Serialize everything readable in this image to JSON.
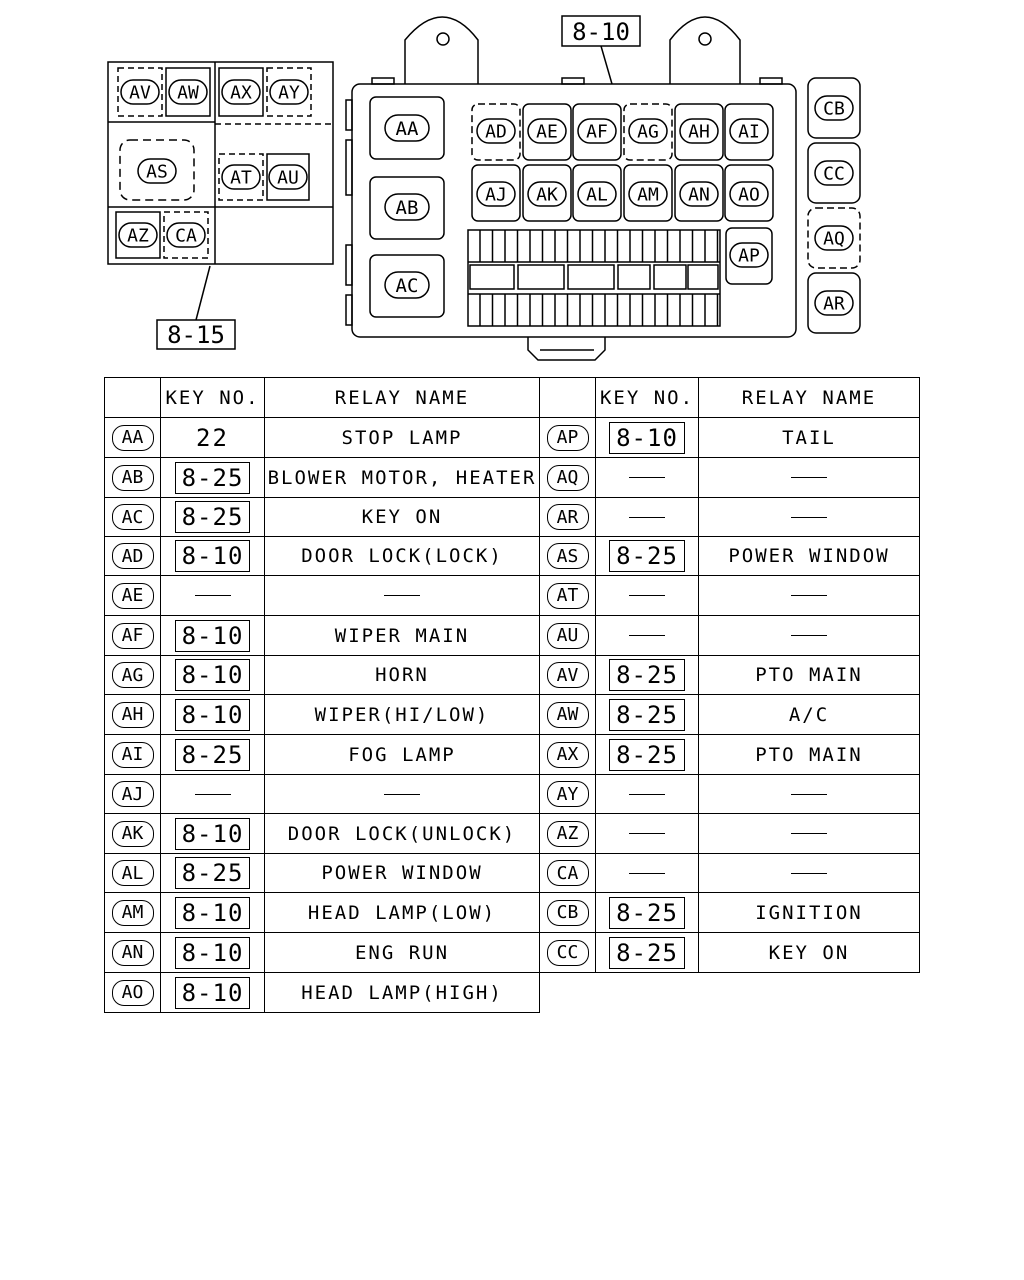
{
  "diagram": {
    "callout_main": "8-10",
    "callout_sub": "8-15",
    "sub_box": {
      "top_row": [
        "AV",
        "AW",
        "AX",
        "AY"
      ],
      "middle_left": "AS",
      "middle_right": [
        "AT",
        "AU"
      ],
      "bottom_row": [
        "AZ",
        "CA"
      ]
    },
    "main_box": {
      "large_relays": [
        "AA",
        "AB",
        "AC"
      ],
      "row1": [
        "AD",
        "AE",
        "AF",
        "AG",
        "AH",
        "AI"
      ],
      "row2": [
        "AJ",
        "AK",
        "AL",
        "AM",
        "AN",
        "AO"
      ],
      "single": "AP"
    },
    "right_column": [
      "CB",
      "CC",
      "AQ",
      "AR"
    ]
  },
  "table": {
    "headers": {
      "key_no": "KEY NO.",
      "relay_name": "RELAY NAME"
    },
    "left": [
      {
        "code": "AA",
        "key": "22",
        "name": "STOP LAMP"
      },
      {
        "code": "AB",
        "key": "8-25",
        "name": "BLOWER MOTOR, HEATER"
      },
      {
        "code": "AC",
        "key": "8-25",
        "name": "KEY ON"
      },
      {
        "code": "AD",
        "key": "8-10",
        "name": "DOOR LOCK(LOCK)"
      },
      {
        "code": "AE",
        "key": "",
        "name": ""
      },
      {
        "code": "AF",
        "key": "8-10",
        "name": "WIPER MAIN"
      },
      {
        "code": "AG",
        "key": "8-10",
        "name": "HORN"
      },
      {
        "code": "AH",
        "key": "8-10",
        "name": "WIPER(HI/LOW)"
      },
      {
        "code": "AI",
        "key": "8-25",
        "name": "FOG LAMP"
      },
      {
        "code": "AJ",
        "key": "",
        "name": ""
      },
      {
        "code": "AK",
        "key": "8-10",
        "name": "DOOR LOCK(UNLOCK)"
      },
      {
        "code": "AL",
        "key": "8-25",
        "name": "POWER WINDOW"
      },
      {
        "code": "AM",
        "key": "8-10",
        "name": "HEAD LAMP(LOW)"
      },
      {
        "code": "AN",
        "key": "8-10",
        "name": "ENG RUN"
      },
      {
        "code": "AO",
        "key": "8-10",
        "name": "HEAD LAMP(HIGH)"
      }
    ],
    "right": [
      {
        "code": "AP",
        "key": "8-10",
        "name": "TAIL"
      },
      {
        "code": "AQ",
        "key": "",
        "name": ""
      },
      {
        "code": "AR",
        "key": "",
        "name": ""
      },
      {
        "code": "AS",
        "key": "8-25",
        "name": "POWER WINDOW"
      },
      {
        "code": "AT",
        "key": "",
        "name": ""
      },
      {
        "code": "AU",
        "key": "",
        "name": ""
      },
      {
        "code": "AV",
        "key": "8-25",
        "name": "PTO MAIN"
      },
      {
        "code": "AW",
        "key": "8-25",
        "name": "A/C"
      },
      {
        "code": "AX",
        "key": "8-25",
        "name": "PTO MAIN"
      },
      {
        "code": "AY",
        "key": "",
        "name": ""
      },
      {
        "code": "AZ",
        "key": "",
        "name": ""
      },
      {
        "code": "CA",
        "key": "",
        "name": ""
      },
      {
        "code": "CB",
        "key": "8-25",
        "name": "IGNITION"
      },
      {
        "code": "CC",
        "key": "8-25",
        "name": "KEY ON"
      }
    ]
  }
}
